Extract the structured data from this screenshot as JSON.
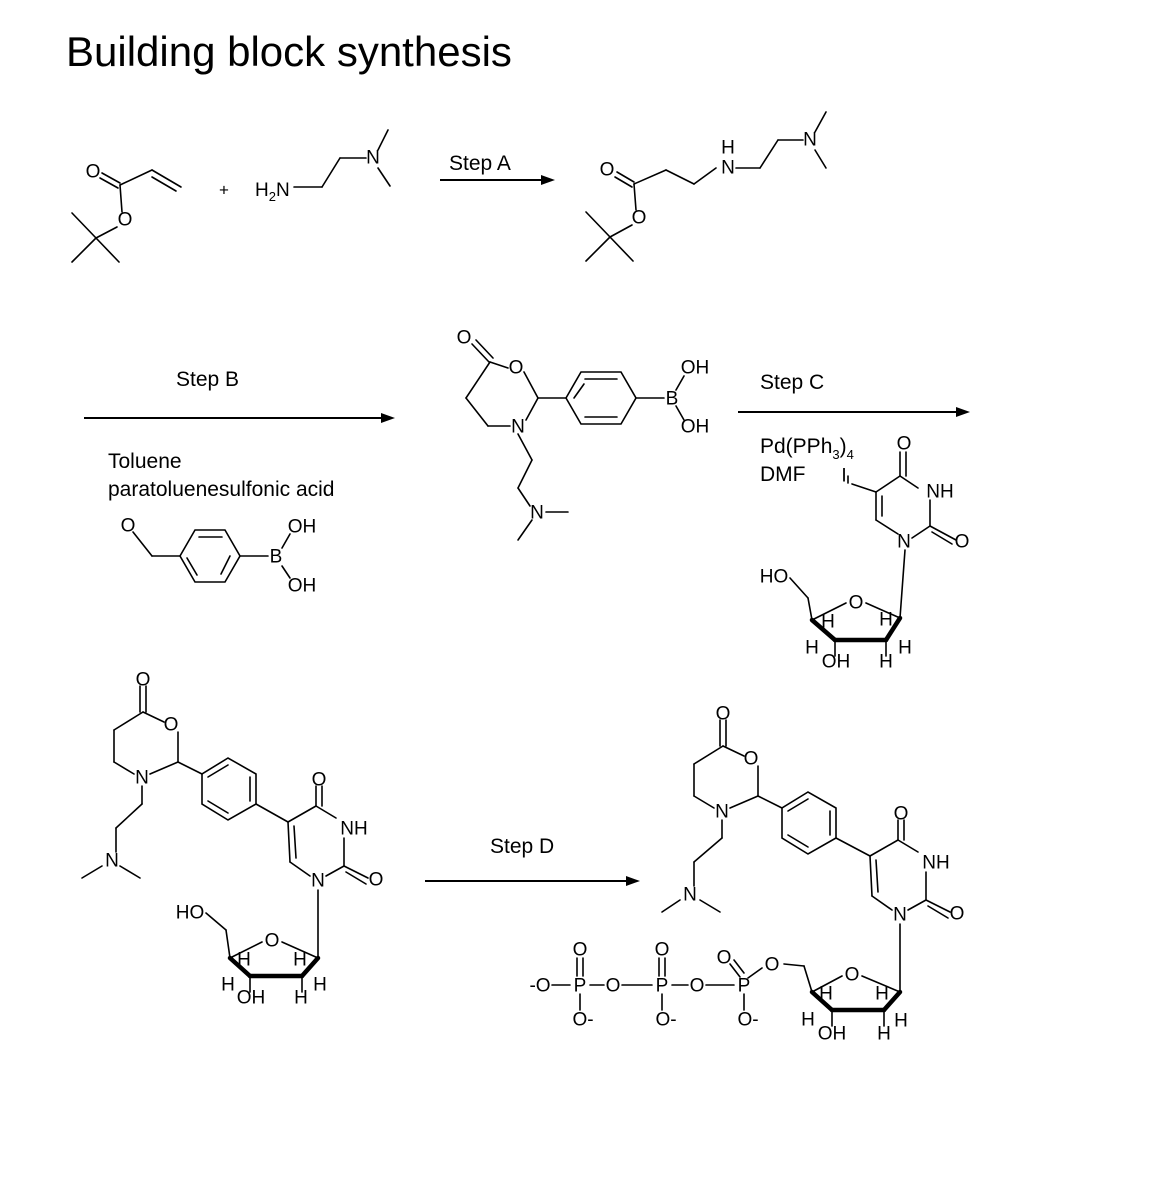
{
  "title": "Building block synthesis",
  "steps": {
    "a": "Step A",
    "b": "Step B",
    "c": "Step C",
    "d": "Step D"
  },
  "conditions": {
    "b_solvent": "Toluene",
    "b_catalyst": "paratoluenesulfonic acid",
    "c_catalyst": "Pd(PPh",
    "c_catalyst_sub": "3",
    "c_catalyst_close": ")",
    "c_catalyst_sub2": "4",
    "c_solvent": "DMF"
  },
  "plus_sign": "+",
  "atoms": {
    "O": "O",
    "N": "N",
    "H": "H",
    "B": "B",
    "P": "P",
    "I": "I",
    "OH": "OH",
    "HO": "HO",
    "NH": "NH",
    "H2N": "H",
    "H2N_sub": "2",
    "H2N_tail": "N",
    "O_minus": "O-",
    "minus_O": "-O"
  }
}
